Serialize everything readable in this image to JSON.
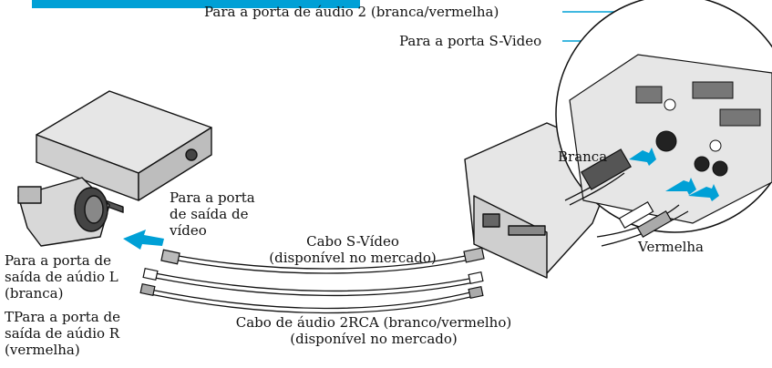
{
  "labels": {
    "audio2_port": "Para a porta de áudio 2 (branca/vermelha)",
    "svideo_port": "Para a porta S-Video",
    "video_out_port_1": "Para a porta",
    "video_out_port_2": "de saída de",
    "video_out_port_3": "vídeo",
    "svideo_cable_1": "Cabo S-Vídeo",
    "svideo_cable_2": "(disponível no mercado)",
    "audio_L_1": "Para a porta de",
    "audio_L_2": "saída de aúdio L",
    "audio_L_3": "(branca)",
    "audio_R_1": "TPara a porta de",
    "audio_R_2": "saída de aúdio R",
    "audio_R_3": "(vermelha)",
    "rca_cable_1": "Cabo de áudio 2RCA (branco/vermelho)",
    "rca_cable_2": "(disponível no mercado)",
    "white": "Branca",
    "red": "Vermelha"
  },
  "colors": {
    "accent": "#00a0d6",
    "line": "#111111",
    "device_fill": "#e6e6e6",
    "device_shade": "#bdbdbd"
  }
}
